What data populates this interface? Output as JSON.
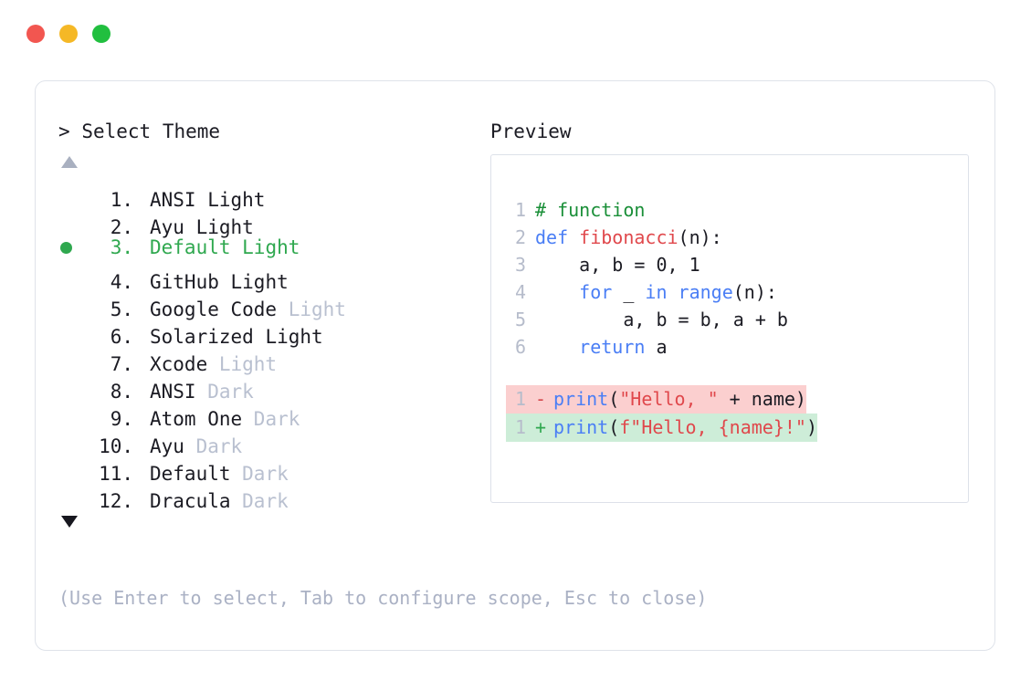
{
  "window": {
    "dots": [
      {
        "name": "close",
        "color": "#f25650"
      },
      {
        "name": "minimize",
        "color": "#f5b826"
      },
      {
        "name": "maximize",
        "color": "#21bf3f"
      }
    ]
  },
  "prompt": {
    "marker": ">",
    "title": "Select Theme"
  },
  "scroll": {
    "up_glyph": "▲",
    "down_glyph": "▼"
  },
  "theme_list": {
    "selected_index": 3,
    "selected_color": "#2fa84f",
    "items": [
      {
        "number": "1.",
        "name": "ANSI",
        "variant": "Light",
        "variant_muted": false,
        "selected": false
      },
      {
        "number": "2.",
        "name": "Ayu",
        "variant": "Light",
        "variant_muted": false,
        "selected": false
      },
      {
        "number": "3.",
        "name": "Default",
        "variant": "Light",
        "variant_muted": false,
        "selected": true
      },
      {
        "number": "4.",
        "name": "GitHub",
        "variant": "Light",
        "variant_muted": false,
        "selected": false
      },
      {
        "number": "5.",
        "name": "Google Code",
        "variant": "Light",
        "variant_muted": true,
        "selected": false
      },
      {
        "number": "6.",
        "name": "Solarized",
        "variant": "Light",
        "variant_muted": false,
        "selected": false
      },
      {
        "number": "7.",
        "name": "Xcode",
        "variant": "Light",
        "variant_muted": true,
        "selected": false
      },
      {
        "number": "8.",
        "name": "ANSI",
        "variant": "Dark",
        "variant_muted": true,
        "selected": false
      },
      {
        "number": "9.",
        "name": "Atom One",
        "variant": "Dark",
        "variant_muted": true,
        "selected": false
      },
      {
        "number": "10.",
        "name": "Ayu",
        "variant": "Dark",
        "variant_muted": true,
        "selected": false
      },
      {
        "number": "11.",
        "name": "Default",
        "variant": "Dark",
        "variant_muted": true,
        "selected": false
      },
      {
        "number": "12.",
        "name": "Dracula",
        "variant": "Dark",
        "variant_muted": true,
        "selected": false
      }
    ]
  },
  "preview": {
    "heading": "Preview",
    "code_lines": [
      {
        "lineno": "1",
        "tokens": [
          {
            "text": "# function",
            "type": "comment"
          }
        ]
      },
      {
        "lineno": "2",
        "tokens": [
          {
            "text": "def ",
            "type": "kw"
          },
          {
            "text": "fibonacci",
            "type": "fn"
          },
          {
            "text": "(n):",
            "type": "plain"
          }
        ]
      },
      {
        "lineno": "3",
        "tokens": [
          {
            "text": "    a, b = 0, 1",
            "type": "plain"
          }
        ]
      },
      {
        "lineno": "4",
        "tokens": [
          {
            "text": "    ",
            "type": "plain"
          },
          {
            "text": "for",
            "type": "kw"
          },
          {
            "text": " _ ",
            "type": "plain"
          },
          {
            "text": "in range",
            "type": "builtin"
          },
          {
            "text": "(n):",
            "type": "plain"
          }
        ]
      },
      {
        "lineno": "5",
        "tokens": [
          {
            "text": "        a, b = b, a + b",
            "type": "plain"
          }
        ]
      },
      {
        "lineno": "6",
        "tokens": [
          {
            "text": "    ",
            "type": "plain"
          },
          {
            "text": "return",
            "type": "kw"
          },
          {
            "text": " a",
            "type": "plain"
          }
        ]
      }
    ],
    "diff_lines": [
      {
        "kind": "del",
        "lineno": "1",
        "sign": "-",
        "tokens": [
          {
            "text": "print",
            "type": "builtin"
          },
          {
            "text": "(",
            "type": "plain"
          },
          {
            "text": "\"Hello, \"",
            "type": "str"
          },
          {
            "text": " + name)",
            "type": "plain"
          }
        ]
      },
      {
        "kind": "add",
        "lineno": "1",
        "sign": "+",
        "tokens": [
          {
            "text": "print",
            "type": "builtin"
          },
          {
            "text": "(",
            "type": "plain"
          },
          {
            "text": "f\"Hello, {name}!\"",
            "type": "str"
          },
          {
            "text": ")",
            "type": "plain"
          }
        ]
      }
    ]
  },
  "hint": {
    "text": "(Use Enter to select, Tab to configure scope, Esc to close)"
  },
  "colors": {
    "accent_green": "#2fa84f",
    "muted_text": "#b9c0d0",
    "hint_text": "#aab1c4",
    "diff_del_bg": "#fbcfcf",
    "diff_add_bg": "#cdedd8",
    "border": "#dfe3ea"
  }
}
